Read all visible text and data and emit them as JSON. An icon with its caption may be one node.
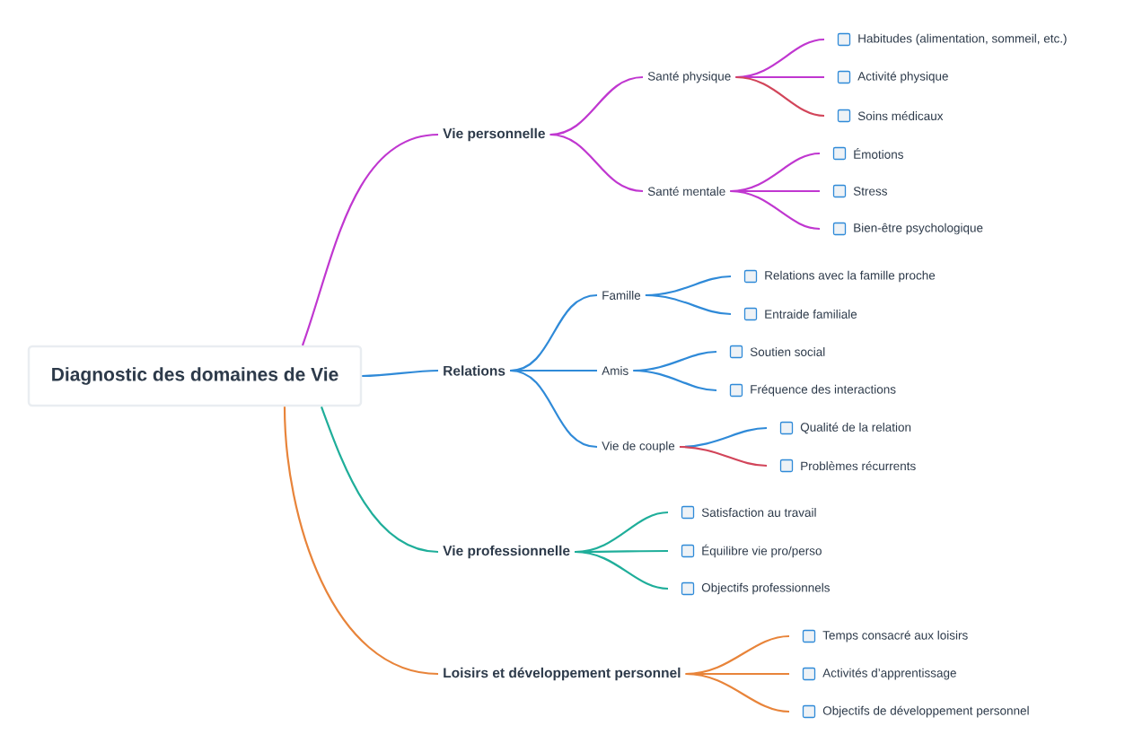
{
  "diagram": {
    "nodes": [
      {
        "text": [
          "Diagnostic des domaines de Vie"
        ]
      },
      {
        "text": [
          "Vie personnelle"
        ]
      },
      {
        "text": [
          "Santé physique"
        ]
      },
      {
        "text": [
          "Habitudes (alimentation, sommeil, etc.)"
        ]
      },
      {
        "text": [
          "Activité physique"
        ]
      },
      {
        "text": [
          "Soins médicaux"
        ]
      },
      {
        "text": [
          "Santé mentale"
        ]
      },
      {
        "text": [
          "Émotions"
        ]
      },
      {
        "text": [
          "Stress"
        ]
      },
      {
        "text": [
          "Bien-être psychologique"
        ]
      },
      {
        "text": [
          "Relations"
        ]
      },
      {
        "text": [
          "Famille"
        ]
      },
      {
        "text": [
          "Relations avec la famille proche"
        ]
      },
      {
        "text": [
          "Entraide familiale"
        ]
      },
      {
        "text": [
          "Amis"
        ]
      },
      {
        "text": [
          "Soutien social"
        ]
      },
      {
        "text": [
          "Fréquence des interactions"
        ]
      },
      {
        "text": [
          "Vie de couple"
        ]
      },
      {
        "text": [
          "Qualité de la relation"
        ]
      },
      {
        "text": [
          "Problèmes récurrents"
        ]
      },
      {
        "text": [
          "Vie professionnelle"
        ]
      },
      {
        "text": [
          "Satisfaction au travail"
        ]
      },
      {
        "text": [
          "Équilibre vie pro/perso"
        ]
      },
      {
        "text": [
          "Objectifs professionnels"
        ]
      },
      {
        "text": [
          "Loisirs et développement personnel"
        ]
      },
      {
        "text": [
          "Temps consacré aux loisirs"
        ]
      },
      {
        "text": [
          "Activités d’apprentissage"
        ]
      },
      {
        "text": [
          "Objectifs de développement personnel"
        ]
      }
    ],
    "edges": [
      {
        "from": 0,
        "to": 1,
        "arrow": "none",
        "color": "#c037d0"
      },
      {
        "from": 1,
        "to": 2,
        "arrow": "none",
        "color": "#c037d0"
      },
      {
        "from": 2,
        "to": 3,
        "arrow": "none",
        "color": "#c037d0"
      },
      {
        "from": 2,
        "to": 4,
        "arrow": "none",
        "color": "#c037d0"
      },
      {
        "from": 2,
        "to": 5,
        "arrow": "none",
        "color": "#d2455a"
      },
      {
        "from": 1,
        "to": 6,
        "arrow": "none",
        "color": "#c037d0"
      },
      {
        "from": 6,
        "to": 7,
        "arrow": "none",
        "color": "#c037d0"
      },
      {
        "from": 6,
        "to": 8,
        "arrow": "none",
        "color": "#c037d0"
      },
      {
        "from": 6,
        "to": 9,
        "arrow": "none",
        "color": "#c037d0"
      },
      {
        "from": 0,
        "to": 10,
        "arrow": "none",
        "color": "#2f8ad8"
      },
      {
        "from": 10,
        "to": 11,
        "arrow": "none",
        "color": "#2f8ad8"
      },
      {
        "from": 11,
        "to": 12,
        "arrow": "none",
        "color": "#2f8ad8"
      },
      {
        "from": 11,
        "to": 13,
        "arrow": "none",
        "color": "#2f8ad8"
      },
      {
        "from": 10,
        "to": 14,
        "arrow": "none",
        "color": "#2f8ad8"
      },
      {
        "from": 14,
        "to": 15,
        "arrow": "none",
        "color": "#2f8ad8"
      },
      {
        "from": 14,
        "to": 16,
        "arrow": "none",
        "color": "#2f8ad8"
      },
      {
        "from": 10,
        "to": 17,
        "arrow": "none",
        "color": "#2f8ad8"
      },
      {
        "from": 17,
        "to": 18,
        "arrow": "none",
        "color": "#2f8ad8"
      },
      {
        "from": 17,
        "to": 19,
        "arrow": "none",
        "color": "#d2455a"
      },
      {
        "from": 0,
        "to": 20,
        "arrow": "none",
        "color": "#1fae9a"
      },
      {
        "from": 20,
        "to": 21,
        "arrow": "none",
        "color": "#1fae9a"
      },
      {
        "from": 20,
        "to": 22,
        "arrow": "none",
        "color": "#1fae9a"
      },
      {
        "from": 20,
        "to": 23,
        "arrow": "none",
        "color": "#1fae9a"
      },
      {
        "from": 0,
        "to": 24,
        "arrow": "none",
        "color": "#e8843a"
      },
      {
        "from": 24,
        "to": 25,
        "arrow": "none",
        "color": "#e8843a"
      },
      {
        "from": 24,
        "to": 26,
        "arrow": "none",
        "color": "#e8843a"
      },
      {
        "from": 24,
        "to": 27,
        "arrow": "none",
        "color": "#e8843a"
      }
    ]
  }
}
